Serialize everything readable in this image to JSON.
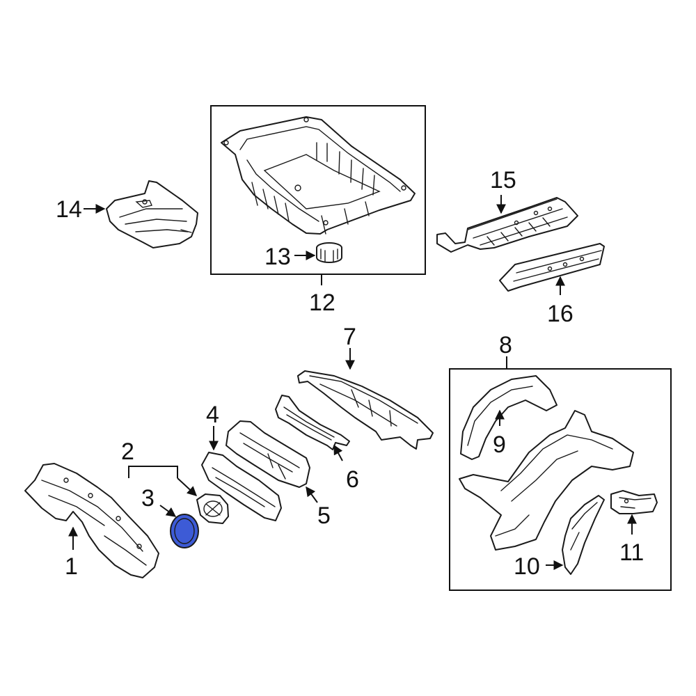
{
  "diagram": {
    "callouts": {
      "c1": "1",
      "c2": "2",
      "c3": "3",
      "c4": "4",
      "c5": "5",
      "c6": "6",
      "c7": "7",
      "c8": "8",
      "c9": "9",
      "c10": "10",
      "c11": "11",
      "c12": "12",
      "c13": "13",
      "c14": "14",
      "c15": "15",
      "c16": "16"
    },
    "colors": {
      "highlight": "#3d5bd6",
      "line": "#1a1a1a",
      "background": "#ffffff"
    },
    "highlighted_part": "3"
  }
}
